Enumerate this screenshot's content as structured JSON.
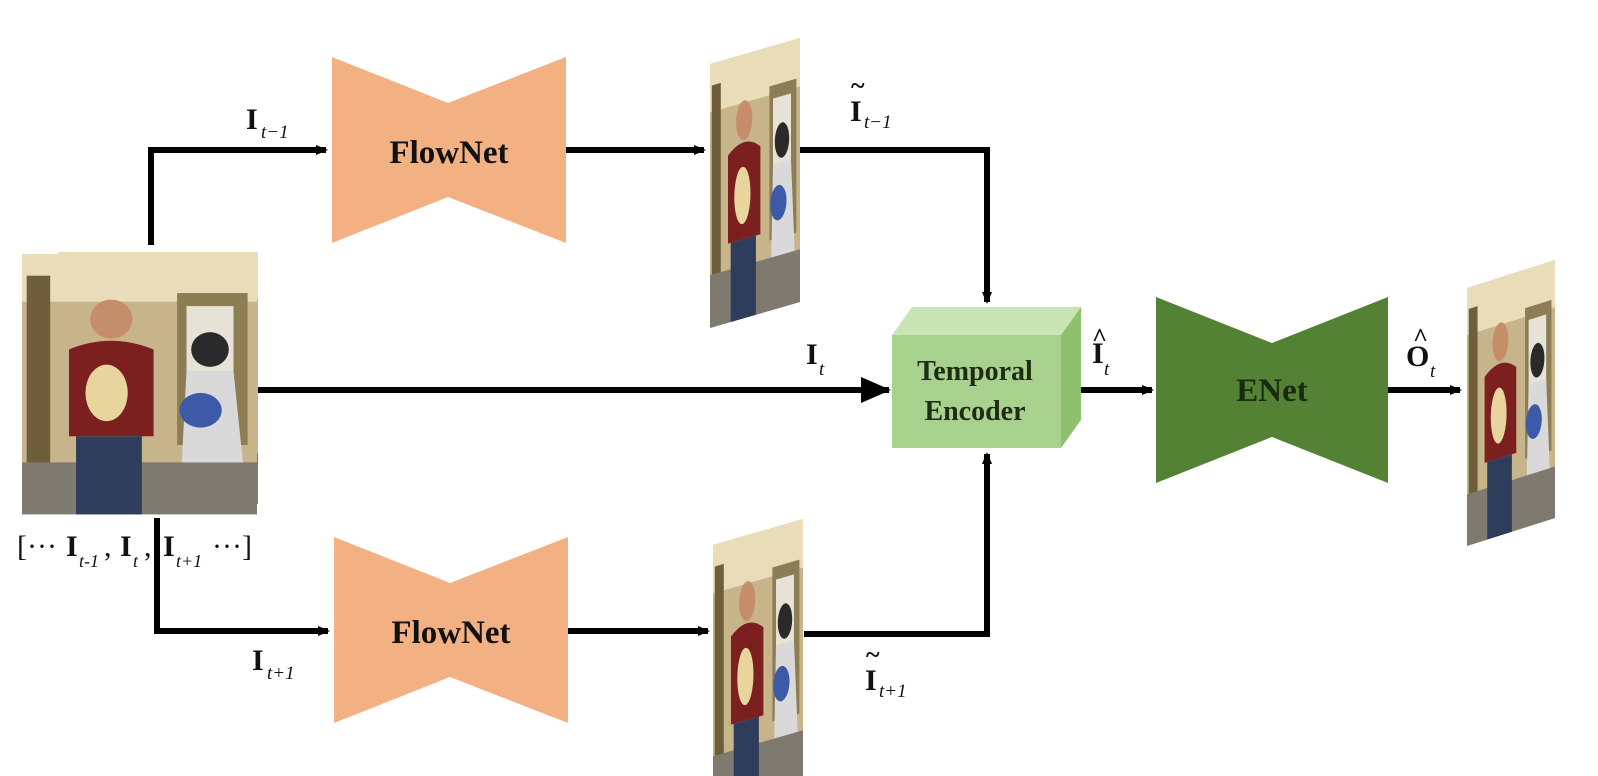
{
  "colors": {
    "flownet": "#f3b183",
    "enet": "#548235",
    "encoder_front": "#a9d18e",
    "encoder_top": "#c9e5b5",
    "encoder_side": "#8fc06d",
    "arrow": "#000000",
    "photo_wall": "#c8b48a",
    "photo_shirt": "#7b1f1f",
    "photo_jeans": "#2f3d5c"
  },
  "blocks": {
    "flownet_top": "FlowNet",
    "flownet_bottom": "FlowNet",
    "temporal_encoder_line1": "Temporal",
    "temporal_encoder_line2": "Encoder",
    "enet": "ENet"
  },
  "labels": {
    "top_input": {
      "base": "I",
      "sub": "t−1"
    },
    "bottom_input": {
      "base": "I",
      "sub": "t+1"
    },
    "middle_input": {
      "base": "I",
      "sub": "t"
    },
    "warped_top": {
      "accent": "~",
      "base": "I",
      "sub": "t−1"
    },
    "warped_bottom": {
      "accent": "~",
      "base": "I",
      "sub": "t+1"
    },
    "encoded": {
      "accent": "^",
      "base": "I",
      "sub": "t"
    },
    "output": {
      "accent": "^",
      "base": "O",
      "sub": "t"
    }
  },
  "sequence": {
    "open": "[···",
    "i1": "I",
    "s1": "t-1",
    "c1": ",",
    "i2": "I",
    "s2": "t",
    "c2": ",",
    "i3": "I",
    "s3": "t+1",
    "close": "···]"
  }
}
